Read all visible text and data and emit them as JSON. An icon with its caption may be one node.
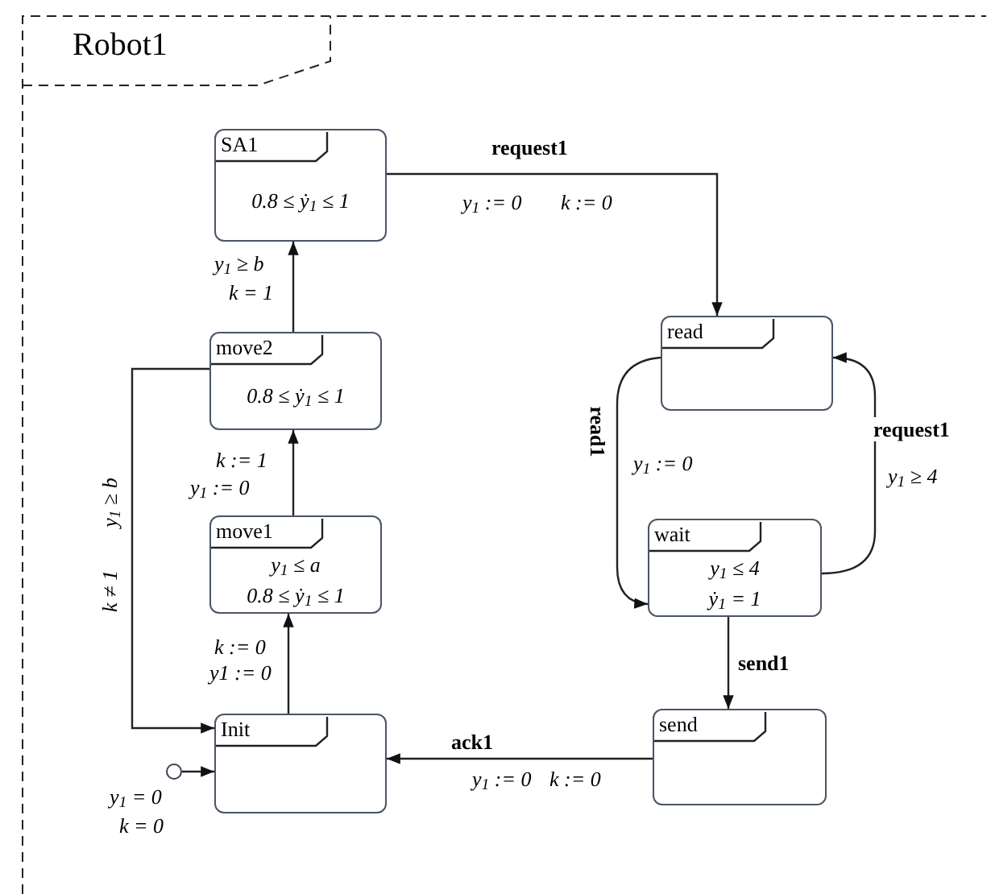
{
  "diagram": {
    "nodes": [
      {
        "text": [
          "Robot1"
        ]
      },
      {
        "text": [
          "SA1",
          "0.8 ≤ ẏ$_{1}$ ≤ 1"
        ],
        "in": 0
      },
      {
        "text": [
          "move2",
          "0.8 ≤ ẏ$_{1}$ ≤ 1"
        ],
        "in": 0
      },
      {
        "text": [
          "move1",
          "y$_{1}$ ≤ a",
          "0.8 ≤ ẏ$_{1}$ ≤ 1"
        ],
        "in": 0
      },
      {
        "text": [
          "Init"
        ],
        "in": 0
      },
      {
        "text": [],
        "shape": "circle",
        "in": 0,
        "beside": [
          "y$_{1}$ = 0",
          "k = 0"
        ]
      },
      {
        "text": [
          "read"
        ],
        "in": 0
      },
      {
        "text": [
          "wait",
          "y$_{1}$ ≤ 4",
          "ẏ$_{1}$ = 1"
        ],
        "in": 0
      },
      {
        "text": [
          "send"
        ],
        "in": 0
      }
    ],
    "edges": [
      {
        "from": 1,
        "to": 6,
        "arrow": "to",
        "label": "request1"
      },
      {
        "from": 2,
        "to": 1,
        "arrow": "to"
      },
      {
        "from": 3,
        "to": 2,
        "arrow": "to"
      },
      {
        "from": 4,
        "to": 3,
        "arrow": "to"
      },
      {
        "from": 2,
        "to": 4,
        "arrow": "to"
      },
      {
        "from": 5,
        "to": 4,
        "arrow": "to"
      },
      {
        "from": 6,
        "to": 7,
        "arrow": "to",
        "label": "read1"
      },
      {
        "from": 7,
        "to": 6,
        "arrow": "to",
        "label": "request1"
      },
      {
        "from": 7,
        "to": 8,
        "arrow": "to",
        "label": "send1"
      },
      {
        "from": 8,
        "to": 4,
        "arrow": "to",
        "label": "ack1"
      }
    ],
    "labels": [
      "y$_{1}$ := 0",
      "k := 0",
      "y$_{1}$ ≥ b",
      "k = 1",
      "k := 1",
      "y$_{1}$ := 0",
      "k ≠ 1",
      "y$_{1}$ ≥ b",
      "y$_{1}$ := 0",
      "y$_{1}$ ≥ 4",
      "k := 0",
      "y1 := 0",
      "y$_{1}$ := 0",
      "k := 0"
    ]
  }
}
